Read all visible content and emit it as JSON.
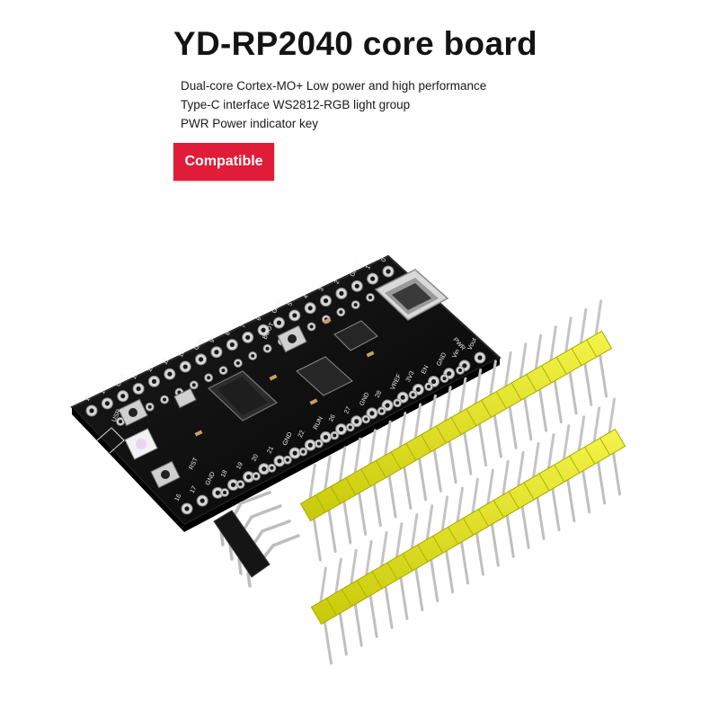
{
  "header": {
    "title": "YD-RP2040 core board",
    "features": [
      "Dual-core Cortex-MO+ Low power and high performance",
      "Type-C interface WS2812-RGB light group",
      "PWR Power indicator key"
    ],
    "badge": "Compatible"
  },
  "board": {
    "top_pins": [
      "0",
      "1",
      "GND",
      "2",
      "3",
      "4",
      "5",
      "GND",
      "6",
      "7",
      "8",
      "9",
      "GND",
      "10",
      "11",
      "12",
      "13",
      "GND",
      "14",
      "15"
    ],
    "bottom_pins": [
      "Vout",
      "Vin",
      "GND",
      "EN",
      "3V3",
      "VREF",
      "28",
      "GND",
      "27",
      "26",
      "RUN",
      "22",
      "GND",
      "21",
      "20",
      "19",
      "18",
      "GND",
      "17",
      "16"
    ],
    "labels": {
      "boot": "BOOT",
      "usr": "USR",
      "rst": "RST",
      "pwr": "PWR"
    }
  },
  "colors": {
    "badge": "#e01c38",
    "pcb": "#0d0d0d",
    "header": "#e6e61a",
    "pin": "#c4c4c4"
  }
}
